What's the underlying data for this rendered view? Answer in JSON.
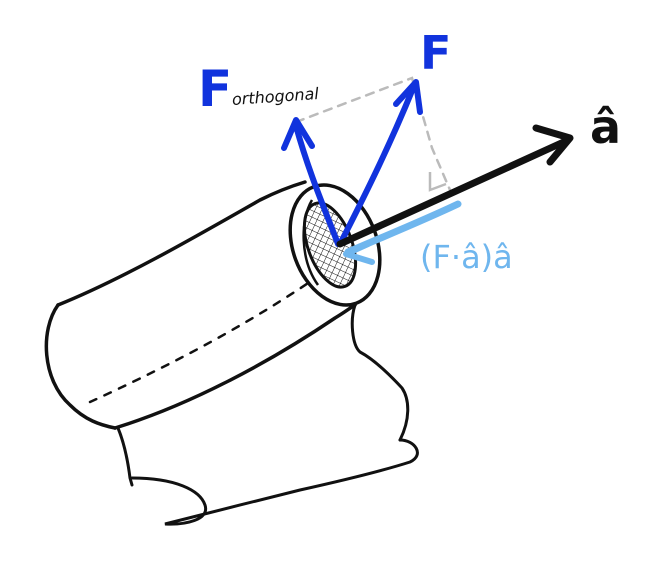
{
  "labels": {
    "force": "F",
    "orthogonal_main": "F",
    "orthogonal_sub": "orthogonal",
    "axis_unit": "â",
    "projection": "(F·â)â"
  },
  "colors": {
    "force": "#1133dd",
    "orthogonal": "#1133dd",
    "axis": "#111111",
    "projection": "#6fb6ee",
    "dashed": "#bbbbbb",
    "outline": "#111111"
  },
  "icons": {
    "cylinder": "cylinder-icon",
    "hatch": "hatched-end-icon"
  }
}
